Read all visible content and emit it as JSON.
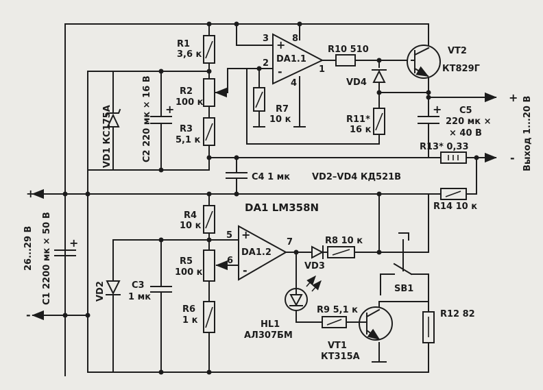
{
  "labels": {
    "r1_name": "R1",
    "r1_val": "3,6 к",
    "r2_name": "R2",
    "r2_val": "100 к",
    "r3_name": "R3",
    "r3_val": "5,1 к",
    "r4_name": "R4",
    "r4_val": "10 к",
    "r5_name": "R5",
    "r5_val": "100 к",
    "r6_name": "R6",
    "r6_val": "1 к",
    "r7_name": "R7",
    "r7_val": "10 к",
    "r8": "R8 10 к",
    "r9": "R9 5,1 к",
    "r10": "R10 510",
    "r11_name": "R11*",
    "r11_val": "16 к",
    "r12": "R12 82",
    "r13": "R13* 0,33",
    "r14": "R14 10 к",
    "c1": "C1 2200 мк × 50 В",
    "c2": "C2 220 мк × 16 В",
    "c3_name": "C3",
    "c3_val": "1 мк",
    "c4": "C4 1 мк",
    "c5_name": "C5",
    "c5_val1": "220 мк ×",
    "c5_val2": "× 40 В",
    "vd1": "VD1 КС175А",
    "vd2": "VD2",
    "vd3": "VD3",
    "vd4": "VD4",
    "vd_types": "VD2–VD4 КД521В",
    "da1": "DA1 LM358N",
    "da1_1": "DA1.1",
    "da1_2": "DA1.2",
    "vt1_name": "VT1",
    "vt1_type": "КТ315А",
    "vt2_name": "VT2",
    "vt2_type": "КТ829Г",
    "hl1_name": "HL1",
    "hl1_type": "АЛ307БМ",
    "sb1": "SB1",
    "output": "Выход 1...20 В",
    "input": "26...29 В",
    "plus": "+",
    "minus": "-",
    "pins": {
      "p1": "1",
      "p2": "2",
      "p3": "3",
      "p4": "4",
      "p5": "5",
      "p6": "6",
      "p7": "7",
      "p8": "8"
    },
    "pol": {
      "plus": "+",
      "minus": "-"
    }
  }
}
